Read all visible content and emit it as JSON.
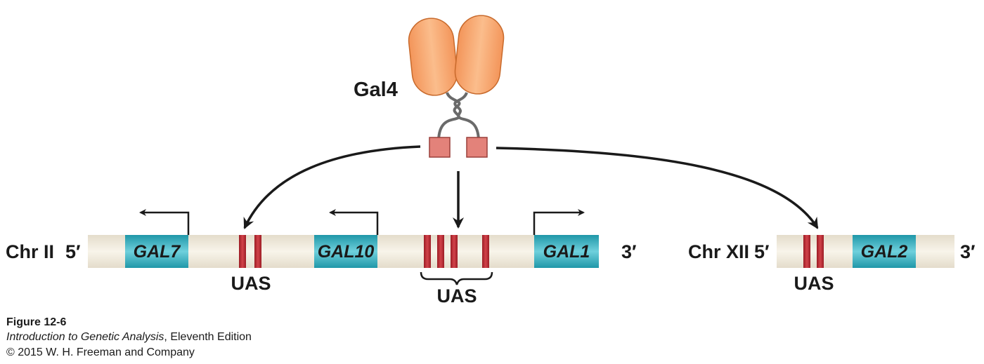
{
  "protein": {
    "label": "Gal4"
  },
  "chromosomes": [
    {
      "name": "Chr II",
      "five_prime": "5′",
      "three_prime": "3′"
    },
    {
      "name": "Chr XII",
      "five_prime": "5′",
      "three_prime": "3′"
    }
  ],
  "genes": [
    "GAL7",
    "GAL10",
    "GAL1",
    "GAL2"
  ],
  "uas_labels": [
    "UAS",
    "UAS",
    "UAS"
  ],
  "caption": {
    "figure": "Figure 12-6",
    "book_title": "Introduction to Genetic Analysis",
    "edition": ", Eleventh Edition",
    "copyright": "© 2015 W. H. Freeman and Company"
  },
  "colors": {
    "chromosome": "#efe7d6",
    "gene": "#2aa7b8",
    "uas": "#b3262e",
    "protein": "#f7a468",
    "dna_binding_domain": "#e3827a",
    "arrow": "#1a1a1a"
  }
}
